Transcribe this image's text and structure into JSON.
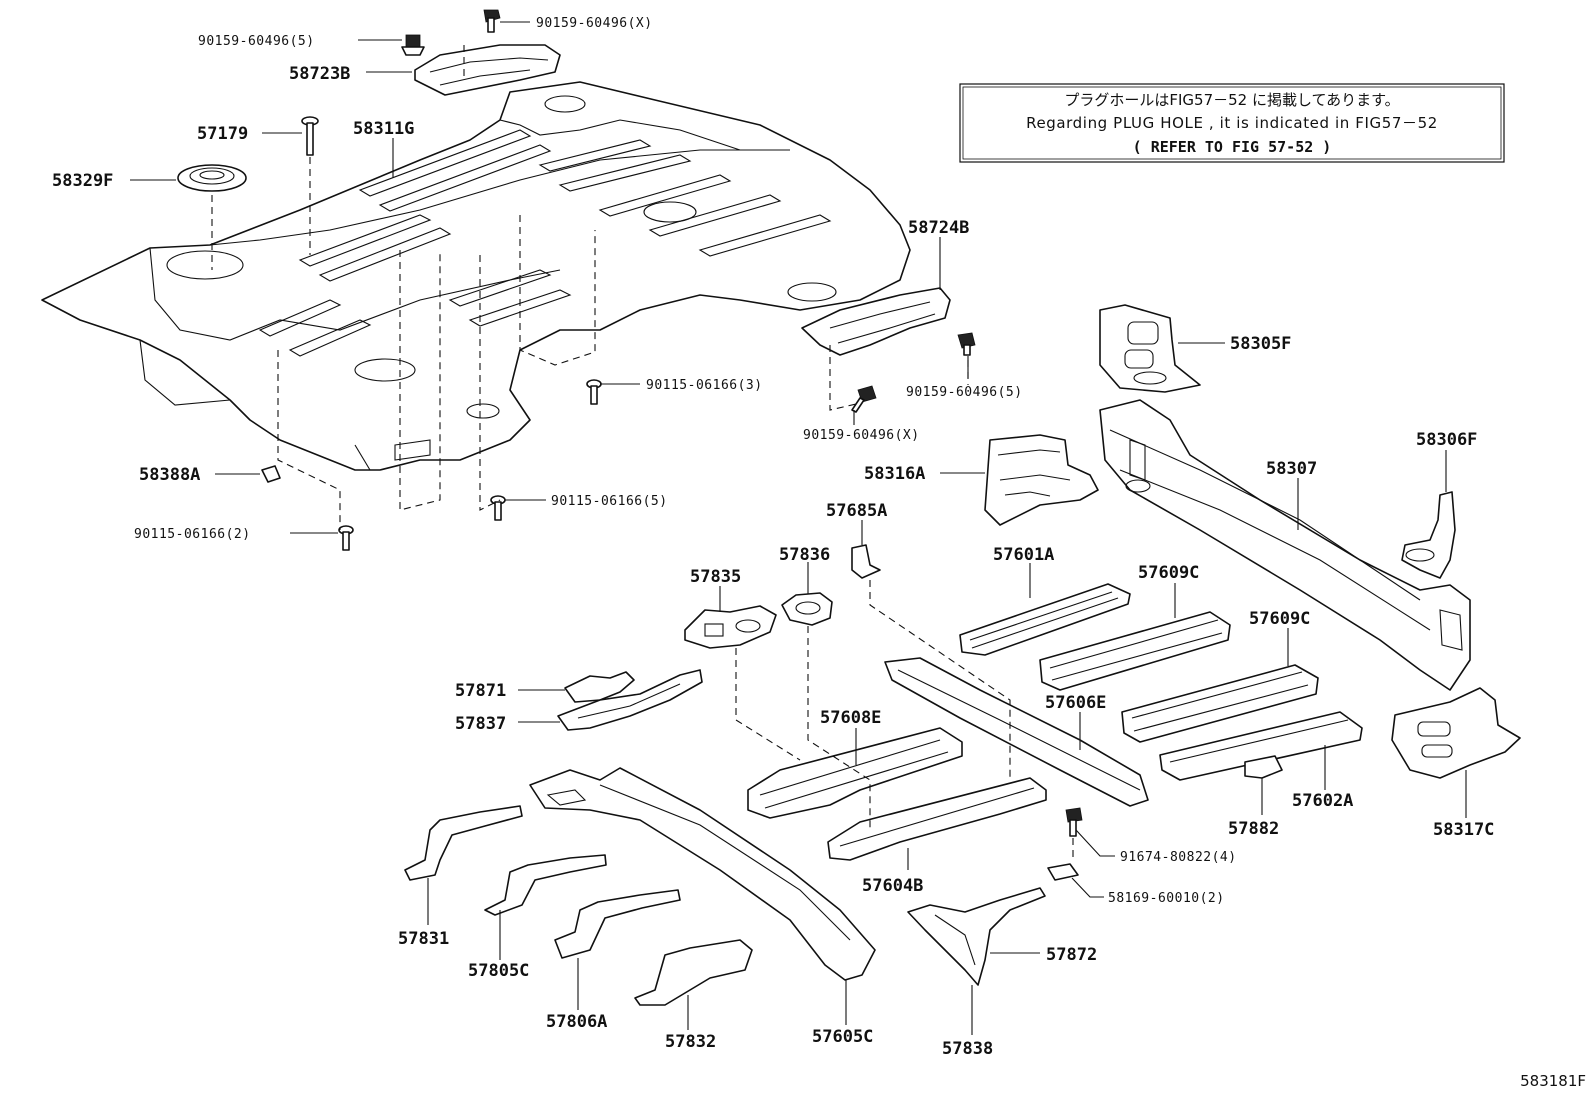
{
  "note": {
    "line_jp": "プラグホールはFIG57－52 に掲載してあります。",
    "line_en": "Regarding  PLUG  HOLE , it is indicated in  FIG57－52",
    "line_ref": "(  REFER TO FIG 57-52 )"
  },
  "figure_id": "583181F",
  "parts": [
    {
      "key": "p90159_60496_5_top",
      "code": "90159-60496(5)"
    },
    {
      "key": "p90159_60496_x_top",
      "code": "90159-60496(X)"
    },
    {
      "key": "p58723b",
      "code": "58723B"
    },
    {
      "key": "p57179",
      "code": "57179"
    },
    {
      "key": "p58311g",
      "code": "58311G"
    },
    {
      "key": "p58329f",
      "code": "58329F"
    },
    {
      "key": "p58724b",
      "code": "58724B"
    },
    {
      "key": "p58305f",
      "code": "58305F"
    },
    {
      "key": "p90115_06166_3",
      "code": "90115-06166(3)"
    },
    {
      "key": "p90159_60496_5_mid",
      "code": "90159-60496(5)"
    },
    {
      "key": "p90159_60496_x_mid",
      "code": "90159-60496(X)"
    },
    {
      "key": "p58306f",
      "code": "58306F"
    },
    {
      "key": "p58316a",
      "code": "58316A"
    },
    {
      "key": "p58307",
      "code": "58307"
    },
    {
      "key": "p58388a",
      "code": "58388A"
    },
    {
      "key": "p90115_06166_5",
      "code": "90115-06166(5)"
    },
    {
      "key": "p57685a",
      "code": "57685A"
    },
    {
      "key": "p90115_06166_2",
      "code": "90115-06166(2)"
    },
    {
      "key": "p57836",
      "code": "57836"
    },
    {
      "key": "p57601a",
      "code": "57601A"
    },
    {
      "key": "p57609c_1",
      "code": "57609C"
    },
    {
      "key": "p57835",
      "code": "57835"
    },
    {
      "key": "p57609c_2",
      "code": "57609C"
    },
    {
      "key": "p57871",
      "code": "57871"
    },
    {
      "key": "p57837",
      "code": "57837"
    },
    {
      "key": "p57608e",
      "code": "57608E"
    },
    {
      "key": "p57606e",
      "code": "57606E"
    },
    {
      "key": "p57602a",
      "code": "57602A"
    },
    {
      "key": "p57882",
      "code": "57882"
    },
    {
      "key": "p58317c",
      "code": "58317C"
    },
    {
      "key": "p91674_80822_4",
      "code": "91674-80822(4)"
    },
    {
      "key": "p57604b",
      "code": "57604B"
    },
    {
      "key": "p58169_60010_2",
      "code": "58169-60010(2)"
    },
    {
      "key": "p57831",
      "code": "57831"
    },
    {
      "key": "p57805c",
      "code": "57805C"
    },
    {
      "key": "p57872",
      "code": "57872"
    },
    {
      "key": "p57806a",
      "code": "57806A"
    },
    {
      "key": "p57832",
      "code": "57832"
    },
    {
      "key": "p57605c",
      "code": "57605C"
    },
    {
      "key": "p57838",
      "code": "57838"
    }
  ]
}
